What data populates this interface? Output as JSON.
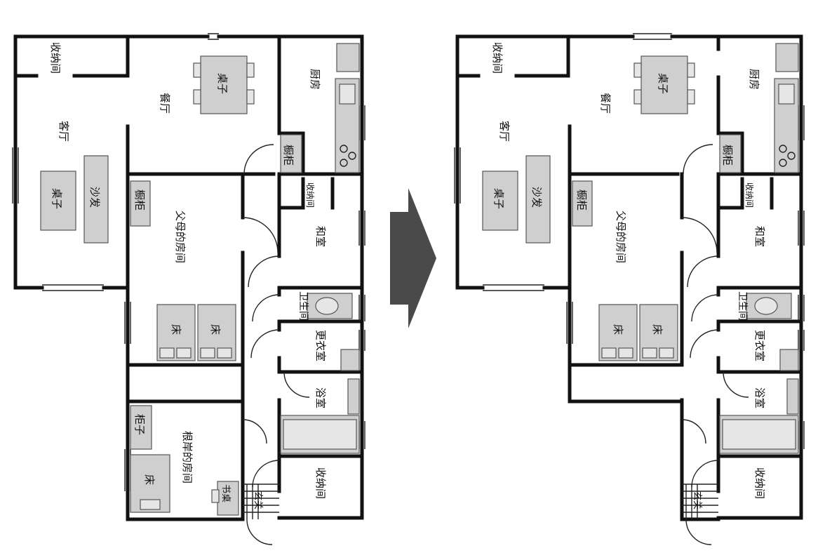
{
  "plan_before": {
    "storage_top_left": "收纳间",
    "dining_room": "餐厅",
    "dining_table": "桌子",
    "kitchen": "厨房",
    "kitchen_cabinet": "橱柜",
    "living_room": "客厅",
    "living_table": "桌子",
    "sofa": "沙发",
    "parents_cabinet": "橱柜",
    "parents_room": "父母的房间",
    "bed_1": "床",
    "bed_2": "床",
    "storage_small": "收纳间",
    "japanese_room": "和室",
    "toilet": "卫生间",
    "dressing_room": "更衣室",
    "bathroom": "浴室",
    "negishi_cabinet": "柜子",
    "negishi_room": "根岸的房间",
    "negishi_bed": "床",
    "desk": "书桌",
    "entrance": "玄关",
    "storage_bottom": "收纳间"
  },
  "plan_after": {
    "storage_top_left": "收纳间",
    "dining_room": "餐厅",
    "dining_table": "桌子",
    "kitchen": "厨房",
    "kitchen_cabinet": "橱柜",
    "living_room": "客厅",
    "living_table": "桌子",
    "sofa": "沙发",
    "parents_cabinet": "橱柜",
    "parents_room": "父母的房间",
    "bed_1": "床",
    "bed_2": "床",
    "storage_small": "收纳间",
    "japanese_room": "和室",
    "toilet": "卫生间",
    "dressing_room": "更衣室",
    "bathroom": "浴室",
    "entrance": "玄关",
    "storage_bottom": "收纳间"
  },
  "arrow_color": "#4a4a4a"
}
